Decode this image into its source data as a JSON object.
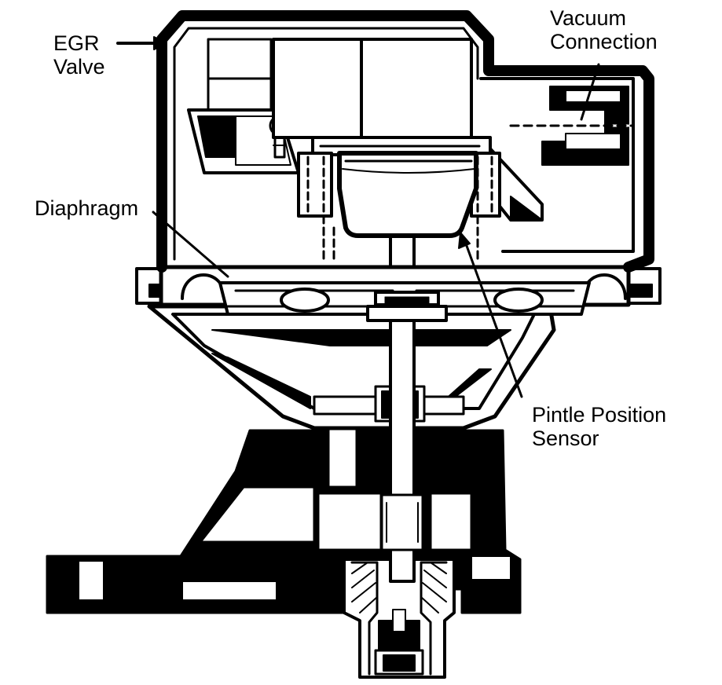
{
  "labels": {
    "egr_valve": [
      "EGR",
      "Valve"
    ],
    "vacuum_connection": [
      "Vacuum",
      "Connection"
    ],
    "diaphragm": [
      "Diaphragm"
    ],
    "pintle_position_sensor": [
      "Pintle Position",
      "Sensor"
    ]
  },
  "colors": {
    "ink": "#000000",
    "paper": "#ffffff"
  }
}
